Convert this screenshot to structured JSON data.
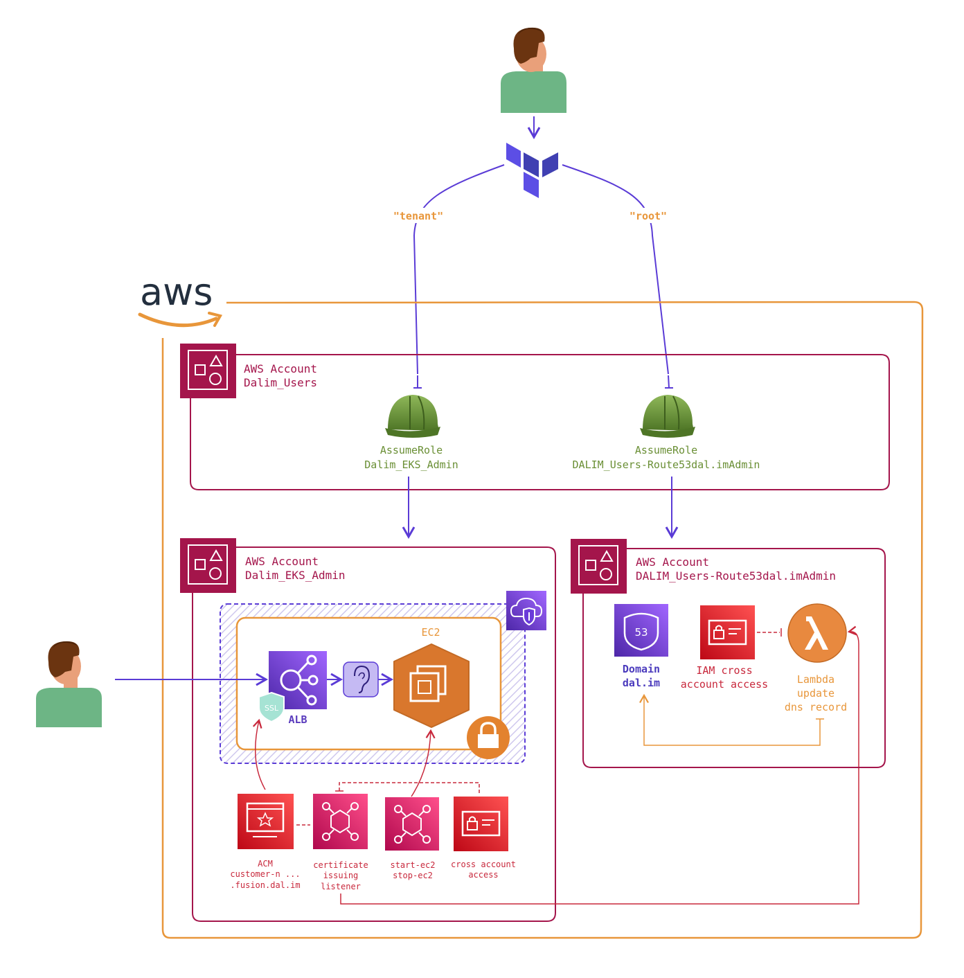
{
  "aws_logo_text": "aws",
  "edges": {
    "tenant": "\"tenant\"",
    "root": "\"root\""
  },
  "accounts": {
    "users": {
      "line1": "AWS Account",
      "line2": "Dalim_Users"
    },
    "eks": {
      "line1": "AWS Account",
      "line2": "Dalim_EKS_Admin"
    },
    "route53": {
      "line1": "AWS Account",
      "line2": "DALIM_Users-Route53dal.imAdmin"
    }
  },
  "roles": {
    "left": {
      "line1": "AssumeRole",
      "line2": "Dalim_EKS_Admin"
    },
    "right": {
      "line1": "AssumeRole",
      "line2": "DALIM_Users-Route53dal.imAdmin"
    }
  },
  "eks_components": {
    "ec2": "EC2",
    "alb": "ALB",
    "ssl": "SSL",
    "acm": {
      "line1": "ACM",
      "line2": "customer-n ...",
      "line3": ".fusion.dal.im"
    },
    "cert_listener": {
      "line1": "certificate",
      "line2": "issuing",
      "line3": "listener"
    },
    "start_stop": {
      "line1": "start-ec2",
      "line2": "stop-ec2"
    },
    "cross_account": {
      "line1": "cross account",
      "line2": "access"
    }
  },
  "route53_components": {
    "domain": {
      "line1": "Domain",
      "line2": "dal.im",
      "badge": "53"
    },
    "iam": {
      "line1": "IAM cross",
      "line2": "account access"
    },
    "lambda": {
      "line1": "Lambda",
      "line2": "update",
      "line3": "dns record"
    }
  },
  "icons": [
    "person-icon",
    "terraform-icon",
    "aws-logo",
    "account-icon",
    "hardhat-icon",
    "alb-icon",
    "ec2-icon",
    "lock-icon",
    "shield-cloud-icon",
    "ear-icon",
    "acm-icon",
    "eventbridge-icon",
    "iam-card-icon",
    "route53-icon",
    "lambda-icon"
  ],
  "colors": {
    "aws_orange": "#e8963a",
    "account_crimson": "#a4154b",
    "arrow_purple": "#5a3bd6",
    "role_green": "#6a8f35",
    "ec2_orange": "#d9772d",
    "alb_purple": "#6a3bd9",
    "red_service": "#c8283c",
    "pink_service": "#c2285e"
  }
}
